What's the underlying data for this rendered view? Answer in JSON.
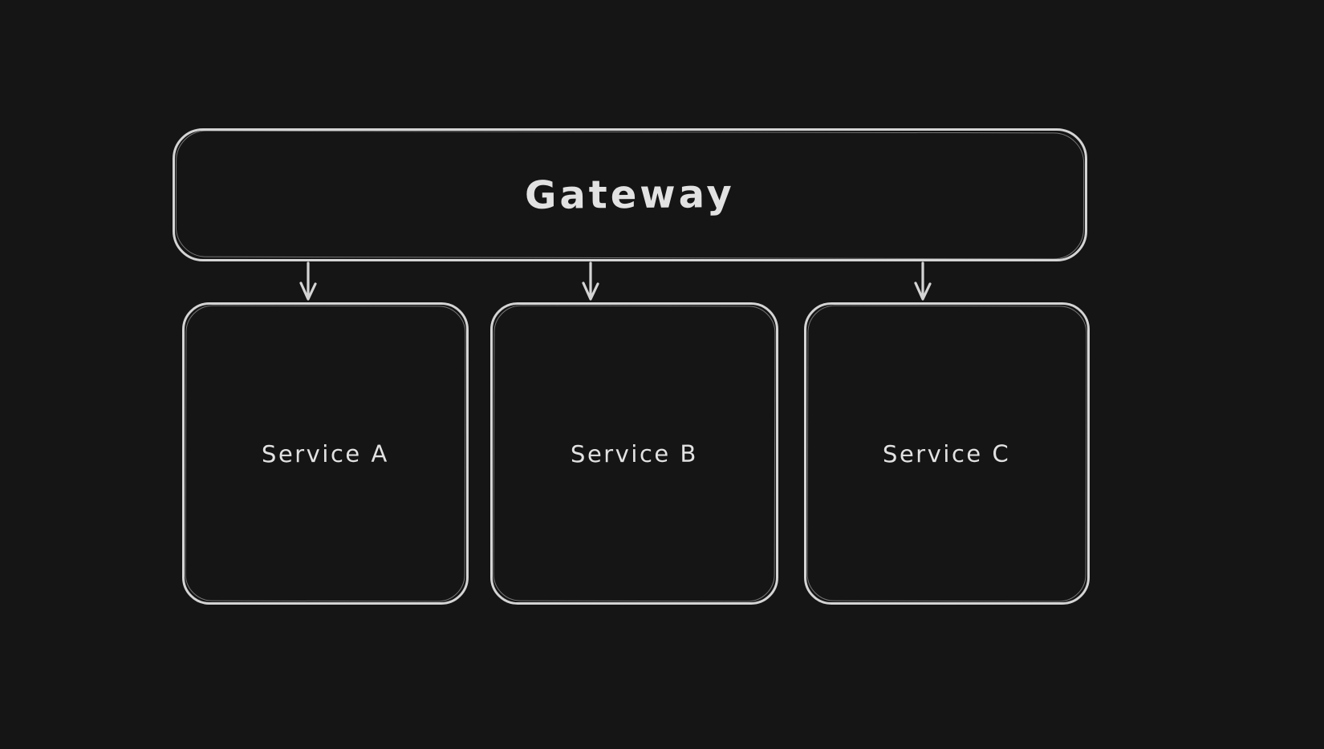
{
  "canvas": {
    "background_color": "#151515",
    "stroke_color": "#d4d4d4",
    "text_color": "#e2e2e2"
  },
  "diagram": {
    "gateway": {
      "label": "Gateway"
    },
    "services": [
      {
        "label": "Service A"
      },
      {
        "label": "Service B"
      },
      {
        "label": "Service C"
      }
    ],
    "connections": [
      {
        "from": "Gateway",
        "to": "Service A"
      },
      {
        "from": "Gateway",
        "to": "Service B"
      },
      {
        "from": "Gateway",
        "to": "Service C"
      }
    ]
  }
}
